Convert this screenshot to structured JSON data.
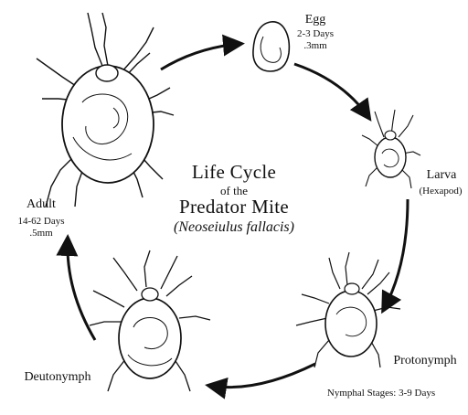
{
  "title": {
    "line1": "Life Cycle",
    "line2": "of the",
    "line3": "Predator Mite",
    "scientific": "(Neoseiulus fallacis)"
  },
  "stages": {
    "egg": {
      "name": "Egg",
      "duration": "2-3 Days",
      "size": ".3mm"
    },
    "larva": {
      "name": "Larva",
      "note": "(Hexapod)"
    },
    "protonymph": {
      "name": "Protonymph"
    },
    "deutonymph": {
      "name": "Deutonymph"
    },
    "adult": {
      "name": "Adult",
      "duration": "14-62 Days",
      "size": ".5mm"
    }
  },
  "nymphal_note": "Nymphal Stages: 3-9 Days",
  "colors": {
    "ink": "#111111",
    "background": "#ffffff"
  }
}
